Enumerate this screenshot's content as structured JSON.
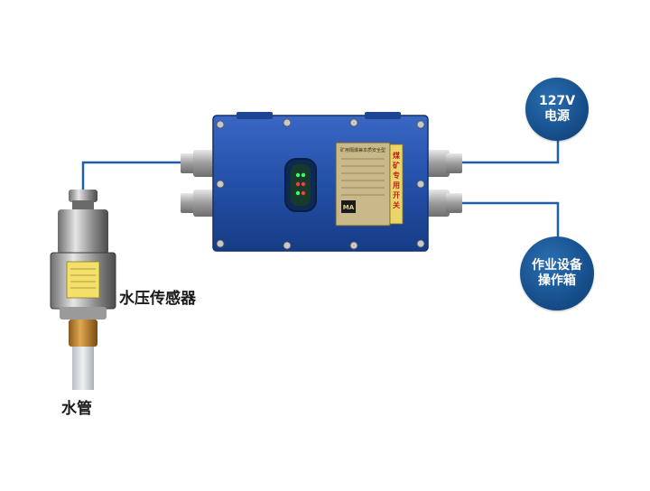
{
  "labels": {
    "sensor": "水压传感器",
    "pipe": "水管"
  },
  "power": {
    "line1": "127V",
    "line2": "电源"
  },
  "operation_box": {
    "line1": "作业设备",
    "line2": "操作箱"
  },
  "device": {
    "nameplate_title": "矿用隔爆兼本质安全型",
    "plate_badge": "MA",
    "side_tag": "煤矿专用开关"
  },
  "colors": {
    "wire": "#1f5fa8",
    "enclosure": "#2350a8",
    "circle": "#174f8c",
    "label_text": "#1a1a1a"
  }
}
